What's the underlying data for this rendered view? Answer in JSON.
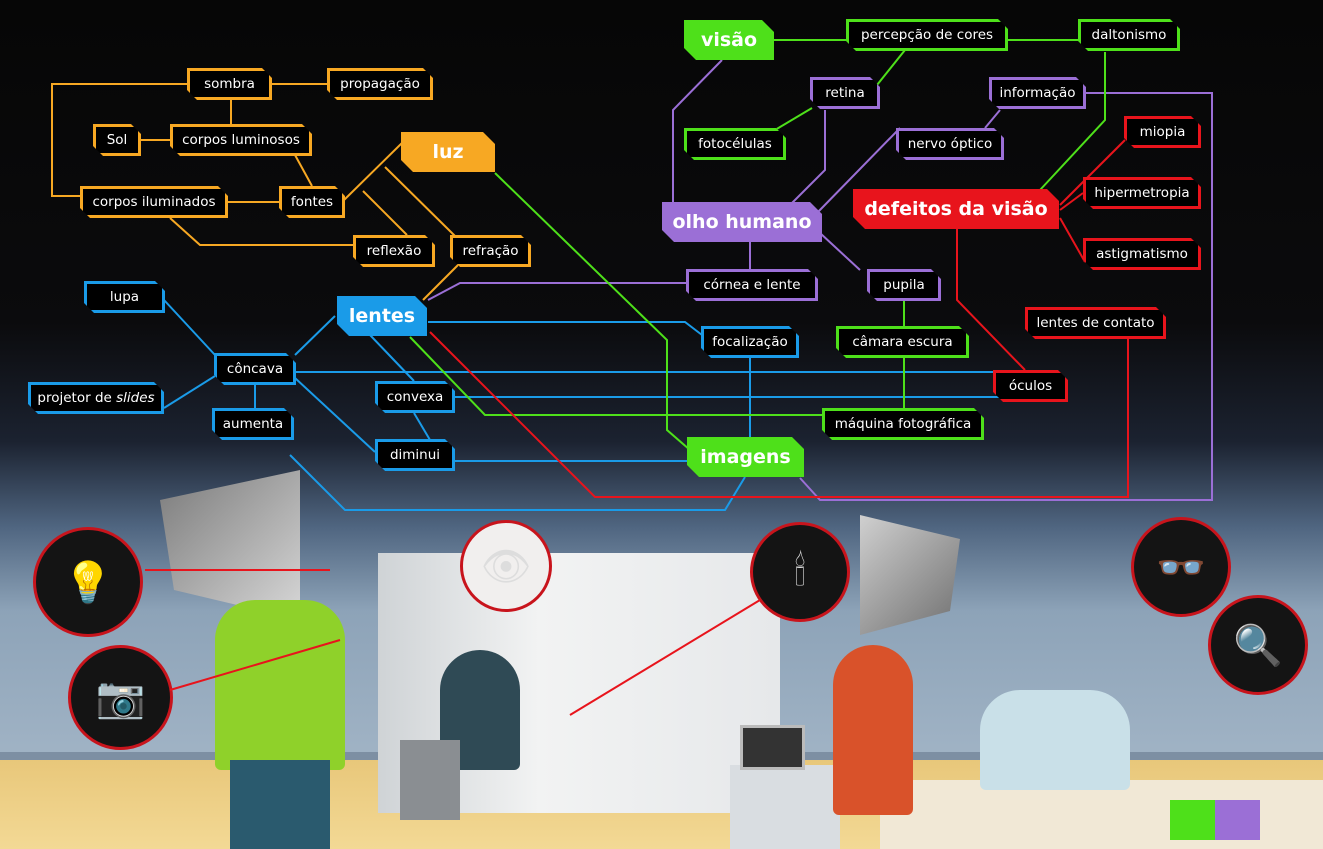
{
  "colors": {
    "luz": "#f7a823",
    "lentes": "#1a9be8",
    "olho_humano": "#9b6fd6",
    "visao": "#4ee01a",
    "defeitos": "#e8141c"
  },
  "main": {
    "luz": "luz",
    "lentes": "lentes",
    "olho_humano": "olho humano",
    "visao": "visão",
    "imagens": "imagens",
    "defeitos": "defeitos da visão"
  },
  "luz_nodes": {
    "sombra": "sombra",
    "propagacao": "propagação",
    "sol": "Sol",
    "corpos_luminosos": "corpos luminosos",
    "corpos_iluminados": "corpos iluminados",
    "fontes": "fontes",
    "reflexao": "reflexão",
    "refracao": "refração"
  },
  "lentes_nodes": {
    "lupa": "lupa",
    "concava": "côncava",
    "projetor": "projetor de",
    "slides": "slides",
    "convexa": "convexa",
    "aumenta": "aumenta",
    "diminui": "diminui",
    "focalizacao": "focalização"
  },
  "olho_nodes": {
    "cornea": "córnea e lente",
    "pupila": "pupila",
    "retina": "retina",
    "informacao": "informação",
    "nervo": "nervo óptico"
  },
  "visao_nodes": {
    "percepcao": "percepção de cores",
    "daltonismo": "daltonismo",
    "fotocelulas": "fotocélulas",
    "camara": "câmara escura",
    "maquina": "máquina fotográfica"
  },
  "defeitos_nodes": {
    "miopia": "miopia",
    "hipermetropia": "hipermetropia",
    "astigmatismo": "astigmatismo",
    "lentes_contato": "lentes de contato",
    "oculos": "óculos"
  }
}
